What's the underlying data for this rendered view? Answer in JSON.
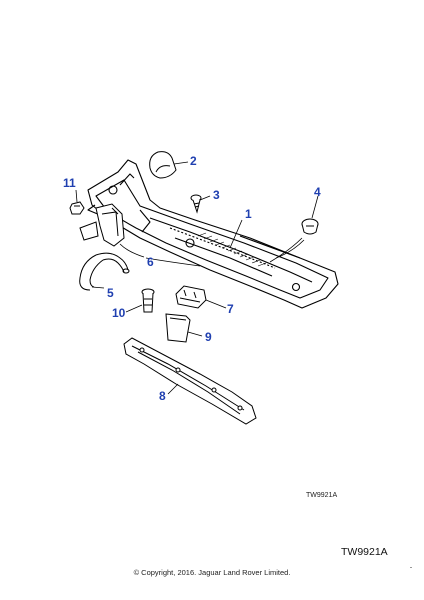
{
  "callouts": [
    {
      "id": "1",
      "label": "1"
    },
    {
      "id": "2",
      "label": "2"
    },
    {
      "id": "3",
      "label": "3"
    },
    {
      "id": "4",
      "label": "4"
    },
    {
      "id": "5",
      "label": "5"
    },
    {
      "id": "6",
      "label": "6"
    },
    {
      "id": "7",
      "label": "7"
    },
    {
      "id": "8",
      "label": "8"
    },
    {
      "id": "9",
      "label": "9"
    },
    {
      "id": "10",
      "label": "10"
    },
    {
      "id": "11",
      "label": "11"
    }
  ],
  "reference_small": "TW9921A",
  "reference_large": "TW9921A",
  "copyright": "© Copyright, 2016. Jaguar Land Rover Limited.",
  "colors": {
    "callout": "#1f3fb0",
    "line": "#000000"
  }
}
